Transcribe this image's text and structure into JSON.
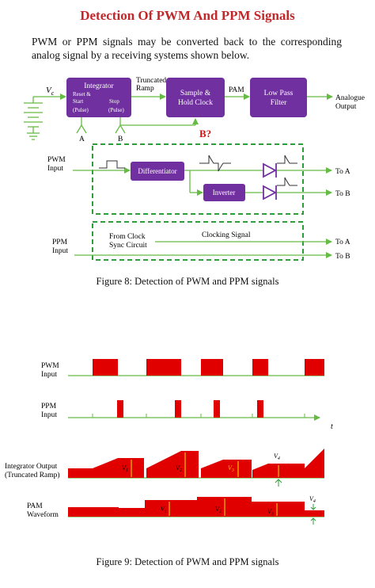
{
  "page": {
    "title": "Detection Of PWM And PPM Signals",
    "paragraph": "PWM or PPM signals may be converted back to the corresponding analog signal by a receiving systems shown below."
  },
  "fig8": {
    "vc_label": "V",
    "vc_sub": "c",
    "integrator": {
      "title": "Integrator",
      "reset_line1": "Reset &",
      "reset_line2": "Start",
      "reset_line3": "(Pulse)",
      "stop_line1": "Stop",
      "stop_line2": "(Pulse)"
    },
    "truncated_ramp": [
      "Truncated",
      "Ramp"
    ],
    "sample_hold": [
      "Sample &",
      "Hold Clock"
    ],
    "pam": "PAM",
    "lowpass": [
      "Low Pass",
      "Filter"
    ],
    "analogue_output": [
      "Analogue",
      "Output"
    ],
    "label_a": "A",
    "label_b": "B",
    "b_question": "B?",
    "pwm_input": [
      "PWM",
      "Input"
    ],
    "differentiator": "Differentiator",
    "inverter": "Inverter",
    "to_a": "To A",
    "to_b": "To B",
    "ppm_input": [
      "PPM",
      "Input"
    ],
    "from_clock": [
      "From Clock",
      "Sync Circuit"
    ],
    "clocking_signal": "Clocking Signal",
    "caption": "Figure 8:  Detection of PWM and PPM signals"
  },
  "fig9": {
    "pwm_input": [
      "PWM",
      "Input"
    ],
    "ppm_input": [
      "PPM",
      "Input"
    ],
    "t_label": "t",
    "integrator_output": [
      "Integrator Output",
      "(Truncated Ramp)"
    ],
    "pam_waveform": [
      "PAM",
      "Waveform"
    ],
    "v_main": "V",
    "v_sub_1": "1",
    "v_sub_2": "2",
    "v_sub_3": "3",
    "v_sub_4": "4",
    "caption": "Figure 9:  Detection of PWM and PPM signals"
  },
  "colors": {
    "title_red": "#c0282a",
    "block_purple": "#7030a0",
    "line_green": "#66bb44",
    "dash_green": "#2e9e3a",
    "wave_red": "#e00000",
    "marker_yellow": "#f0c000",
    "question_red": "#d01010"
  }
}
